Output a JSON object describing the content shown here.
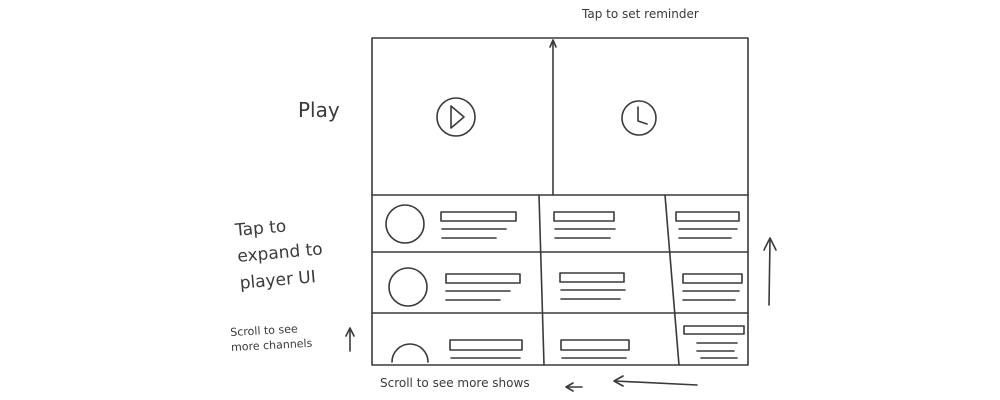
{
  "annotations": {
    "play": "Play",
    "reminder": "Tap to set reminder",
    "expand": "Tap to\nexpand to\nplayer UI",
    "scroll_channels": "Scroll to see\nmore channels",
    "scroll_shows": "Scroll to see more shows"
  },
  "icons": {
    "play": "play-icon",
    "reminder": "clock-icon"
  },
  "grid": {
    "rows": 3,
    "columns": 3
  }
}
